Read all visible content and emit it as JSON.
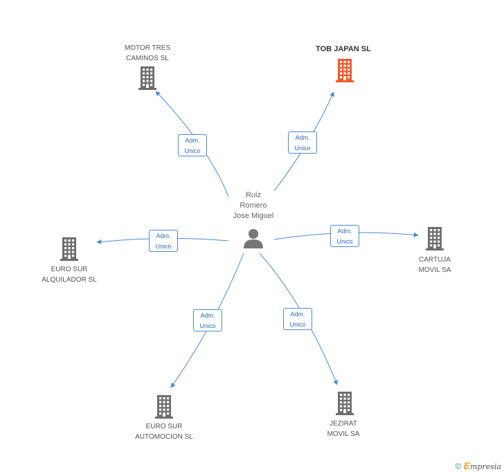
{
  "center": {
    "name_lines": [
      "Ruiz",
      "Romero",
      "Jose Miguel"
    ],
    "icon": "person-icon",
    "color": "#777777"
  },
  "companies": [
    {
      "id": "motor-tres-caminos",
      "lines": [
        "MOTOR TRES",
        "CAMINOS SL"
      ],
      "highlight": false,
      "relation": [
        "Adm.",
        "Unico"
      ]
    },
    {
      "id": "tob-japan",
      "lines": [
        "TOB JAPAN SL"
      ],
      "highlight": true,
      "relation": [
        "Adm.",
        "Unico"
      ]
    },
    {
      "id": "euro-sur-alquilador",
      "lines": [
        "EURO SUR",
        "ALQUILADOR SL"
      ],
      "highlight": false,
      "relation": [
        "Adm.",
        "Unico"
      ]
    },
    {
      "id": "cartuja-movil",
      "lines": [
        "CARTUJA",
        "MOVIL SA"
      ],
      "highlight": false,
      "relation": [
        "Adm.",
        "Unico"
      ]
    },
    {
      "id": "euro-sur-automocion",
      "lines": [
        "EURO SUR",
        "AUTOMOCION SL"
      ],
      "highlight": false,
      "relation": [
        "Adm.",
        "Unico"
      ]
    },
    {
      "id": "jezirat-movil",
      "lines": [
        "JEZIRAT",
        "MOVIL SA"
      ],
      "highlight": false,
      "relation": [
        "Adm.",
        "Unico"
      ]
    }
  ],
  "colors": {
    "building": "#6e6e6e",
    "building_highlight": "#f05a28",
    "edge": "#4a8ad4"
  },
  "footer": {
    "copyright": "©",
    "brand_initial": "E",
    "brand_rest": "mpresia"
  }
}
